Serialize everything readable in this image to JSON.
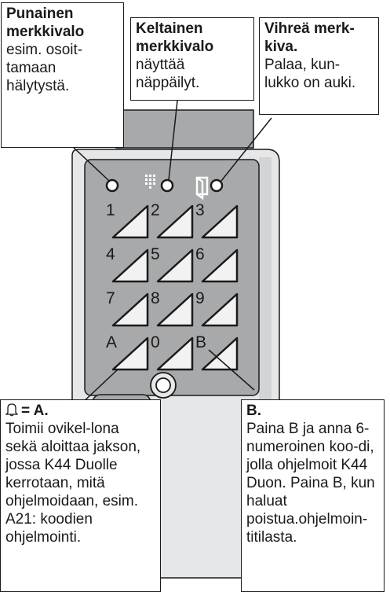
{
  "callouts": {
    "red": {
      "title": "Punainen merkkivalo",
      "text": "esim. osoit-tamaan hälytystä."
    },
    "yellow": {
      "title": "Keltainen merkkivalo",
      "text": "näyttää näppäilyt."
    },
    "green": {
      "title": "Vihreä merk-kiva.",
      "text": "Palaa, kun-lukko on auki."
    },
    "a": {
      "title": "= A.",
      "text": "Toimii ovikel-lona sekä aloittaa jakson, jossa K44 Duolle kerrotaan, mitä ohjelmoidaan, esim. A21: koodien ohjelmointi."
    },
    "b": {
      "title": "B.",
      "text": "Paina B ja anna 6-numeroinen koo-di, jolla ohjelmoit K44 Duon. Paina B, kun haluat poistua.ohjelmoin-titilasta."
    }
  },
  "keys": [
    "1",
    "2",
    "3",
    "4",
    "5",
    "6",
    "7",
    "8",
    "9",
    "A",
    "0",
    "B"
  ],
  "icons": {
    "bell": "bell-icon",
    "keypad": "keypad-icon",
    "door": "door-icon",
    "keyhole": "keyhole-icon"
  },
  "colors": {
    "panel": "#a7a9ab",
    "frame": "#e6e7e8",
    "outline": "#1a1a1a"
  }
}
